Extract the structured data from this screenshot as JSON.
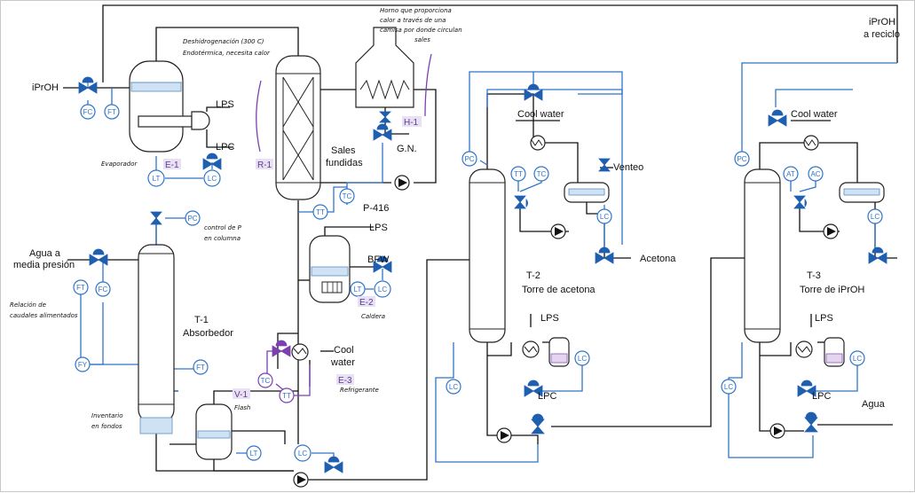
{
  "streams": {
    "iproh_feed": "iPrOH",
    "iproh_recycle_line1": "iPrOH",
    "iproh_recycle_line2": "a reciclo",
    "agua_line1": "Agua a",
    "agua_line2": "media presión",
    "lps_e1": "LPS",
    "lpc_e1": "LPC",
    "lps_p416": "LPS",
    "bfw": "BFW",
    "gn": "G.N.",
    "sales_line1": "Sales",
    "sales_line2": "fundidas",
    "cool_water_e3_line1": "Cool",
    "cool_water_e3_line2": "water",
    "cool_water_t2": "Cool water",
    "cool_water_t3": "Cool water",
    "venteo": "Venteo",
    "acetona": "Acetona",
    "lps_t2": "LPS",
    "lpc_t2": "LPC",
    "lps_t3": "LPS",
    "lpc_t3": "LPC",
    "agua_out": "Agua"
  },
  "equipment": {
    "e1_tag": "E-1",
    "e1_name": "Evaporador",
    "r1_tag": "R-1",
    "h1_tag": "H-1",
    "p416": "P-416",
    "e2_tag": "E-2",
    "e2_name": "Caldera",
    "e3_tag": "E-3",
    "e3_name": "Refrigerante",
    "t1_tag": "T-1",
    "t1_name": "Absorbedor",
    "v1_tag": "V-1",
    "v1_name": "Flash",
    "t2_tag": "T-2",
    "t2_name": "Torre de acetona",
    "t3_tag": "T-3",
    "t3_name": "Torre de iPrOH"
  },
  "notes": {
    "reactor_line1": "Deshidrogenación (300 C)",
    "reactor_line2": "Endotérmica, necesita calor",
    "furnace_line1": "Horno que proporciona",
    "furnace_line2": "calor a través de una",
    "furnace_line3": "camisa por donde circulan",
    "furnace_line4": "sales",
    "pressure_line1": "control de P",
    "pressure_line2": "en columna",
    "ratio_line1": "Relación de",
    "ratio_line2": "caudales alimentados",
    "inventory_line1": "Inventario",
    "inventory_line2": "en fondos"
  },
  "instruments": {
    "fc": "FC",
    "ft": "FT",
    "lt": "LT",
    "lc": "LC",
    "pc": "PC",
    "tc": "TC",
    "tt": "TT",
    "ac": "AC",
    "at": "AT"
  },
  "colors": {
    "signal": "#2e75c9",
    "valve": "#1f5fb0",
    "tag_highlight": "#e9e0f5",
    "purple": "#7b3fb0"
  }
}
